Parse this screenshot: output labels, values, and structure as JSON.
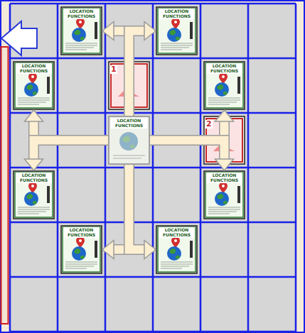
{
  "diagram": {
    "nodes": [
      {
        "text": [
          "LOCATION FUNCTIONS"
        ]
      },
      {
        "text": [
          "LOCATION FUNCTIONS"
        ]
      },
      {
        "text": [
          "LOCATION FUNCTIONS"
        ]
      },
      {
        "text": [
          "1"
        ]
      },
      {
        "text": [
          "LOCATION FUNCTIONS"
        ]
      },
      {
        "text": [
          "LOCATION FUNCTIONS"
        ]
      },
      {
        "text": [
          "2"
        ]
      },
      {
        "text": [
          "LOCATION FUNCTIONS"
        ]
      },
      {
        "text": [
          "LOCATION FUNCTIONS"
        ]
      },
      {
        "text": [
          "LOCATION FUNCTIONS"
        ]
      },
      {
        "text": [
          "LOCATION FUNCTIONS"
        ]
      }
    ],
    "edges": [
      {
        "from": 5,
        "to": 0,
        "arrow": "to"
      },
      {
        "from": 5,
        "to": 1,
        "arrow": "to"
      },
      {
        "from": 5,
        "to": 2,
        "arrow": "to"
      },
      {
        "from": 5,
        "to": 4,
        "arrow": "to"
      },
      {
        "from": 5,
        "to": 7,
        "arrow": "to"
      },
      {
        "from": 5,
        "to": 8,
        "arrow": "to"
      },
      {
        "from": 5,
        "to": 9,
        "arrow": "to"
      },
      {
        "from": 5,
        "to": 10,
        "arrow": "to"
      }
    ]
  }
}
